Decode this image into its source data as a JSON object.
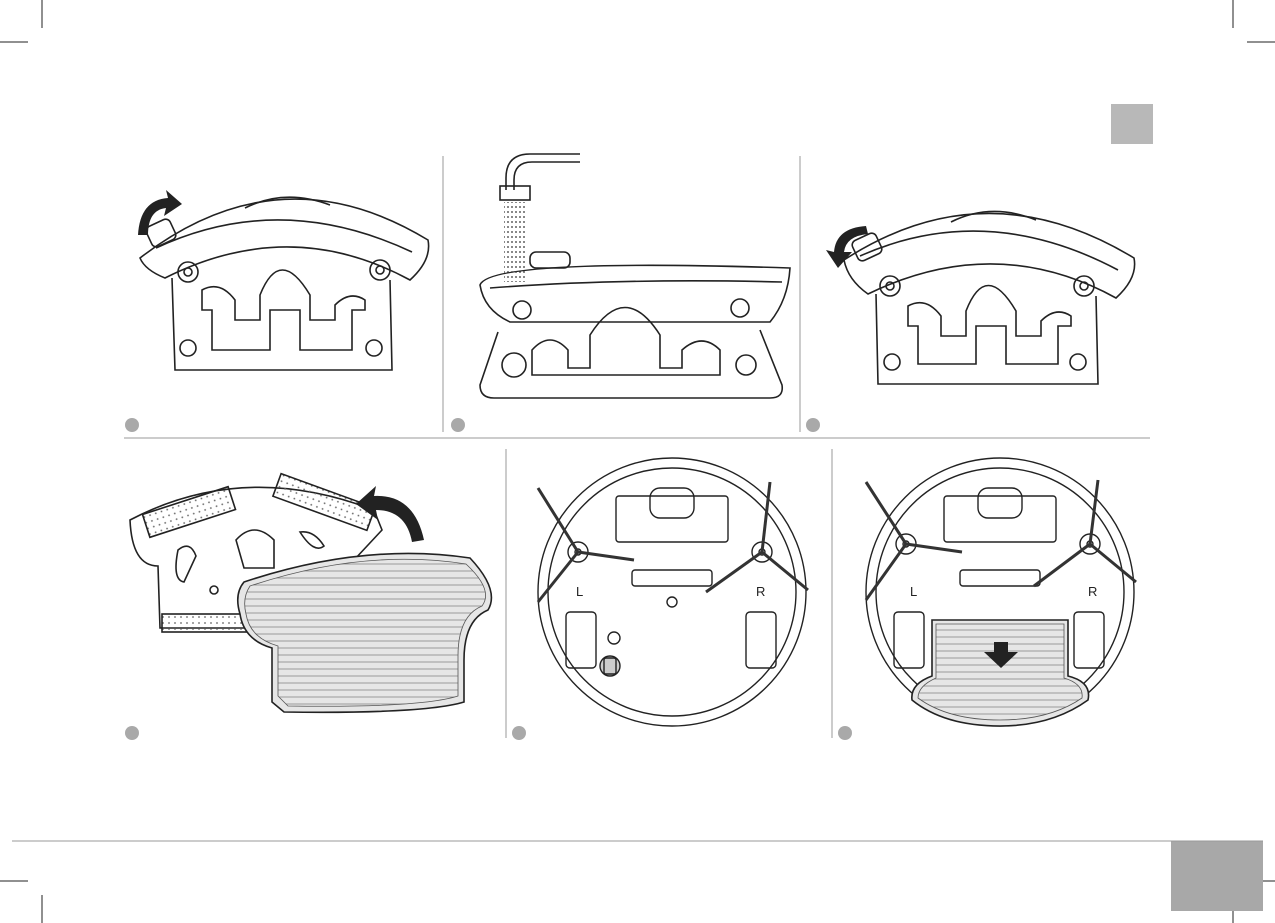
{
  "colors": {
    "tab_gray": "#b8b8b8",
    "step_dot": "#a9a9a9",
    "line": "#222222",
    "rule": "#9a9a9a"
  },
  "panels": [
    {
      "id": "step-1",
      "icon": "mop-holder-unlock-arrow-icon"
    },
    {
      "id": "step-2",
      "icon": "water-tank-fill-icon"
    },
    {
      "id": "step-3",
      "icon": "mop-holder-lock-arrow-icon"
    },
    {
      "id": "step-4",
      "icon": "mop-cloth-attach-icon"
    },
    {
      "id": "step-5",
      "icon": "robot-underside-icon"
    },
    {
      "id": "step-6",
      "icon": "robot-mop-insert-icon"
    }
  ],
  "robot_labels": {
    "left": "L",
    "right": "R"
  }
}
